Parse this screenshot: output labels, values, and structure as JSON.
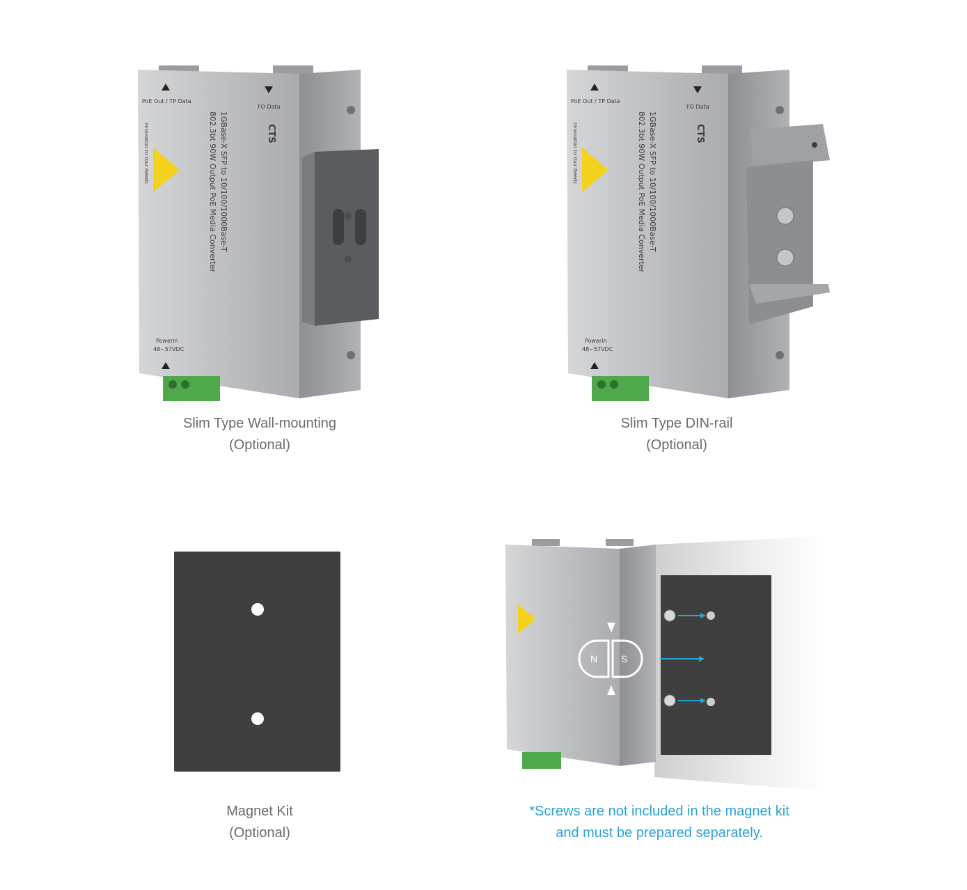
{
  "device": {
    "brand": "CTS",
    "tagline": "Innovation to Your Needs",
    "model_line1": "1GBase-X SFP to 10/100/1000Base-T",
    "model_line2": "802.3bt 90W Output PoE Media Converter",
    "port_label_left": "PoE Out / TP Data",
    "port_label_right": "FO Data",
    "power_label": "Powerin",
    "power_range": "48~57VDC"
  },
  "panels": [
    {
      "line1": "Slim Type Wall-mounting",
      "line2": "(Optional)"
    },
    {
      "line1": "Slim Type DIN-rail",
      "line2": "(Optional)"
    },
    {
      "line1": "Magnet Kit",
      "line2": "(Optional)"
    }
  ],
  "magnet": {
    "north": "N",
    "south": "S"
  },
  "note": {
    "line1": "*Screws are not included in the magnet kit",
    "line2": "and must be prepared separately."
  },
  "colors": {
    "device_body": "#b9bbbd",
    "warning_label": "#f3d21c",
    "terminal_block": "#4fa84a",
    "magnet_plate": "#3f3f3f",
    "note_text": "#29a3d4",
    "caption_text": "#6b6b6b"
  }
}
